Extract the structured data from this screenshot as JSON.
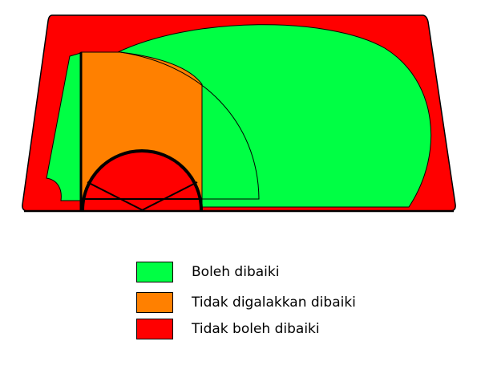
{
  "colors": {
    "green": "#00ff44",
    "orange": "#ff8000",
    "red": "#ff0000",
    "outline": "#000000"
  },
  "legend": [
    {
      "label": "Boleh dibaiki",
      "color": "#00ff44"
    },
    {
      "label": "Tidak digalakkan dibaiki",
      "color": "#ff8000"
    },
    {
      "label": "Tidak boleh dibaiki",
      "color": "#ff0000"
    }
  ]
}
